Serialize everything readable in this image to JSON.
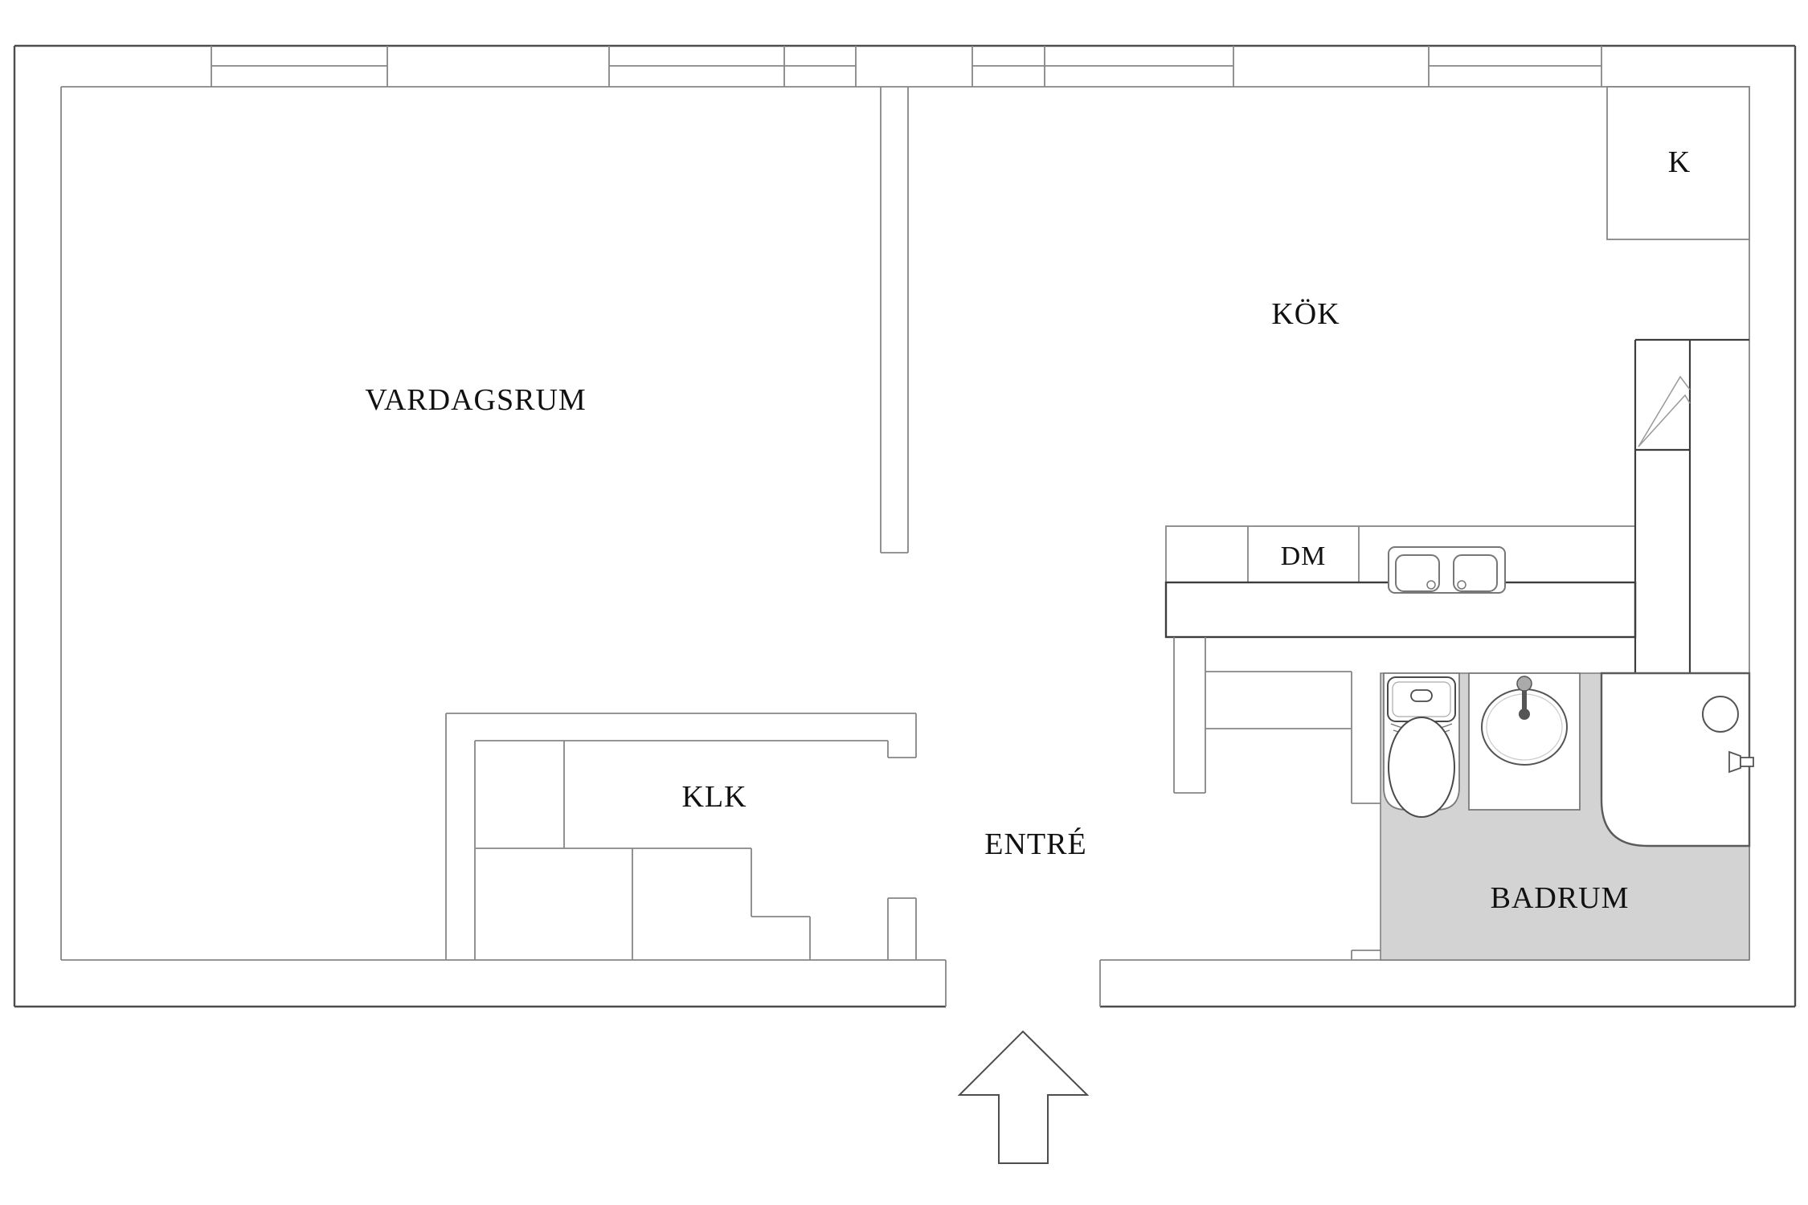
{
  "document": {
    "type": "apartment floor plan",
    "language": "Swedish"
  },
  "labels": {
    "living_room": "VARDAGSRUM",
    "kitchen": "KÖK",
    "closet": "KLK",
    "entrance": "ENTRÉ",
    "bathroom": "BADRUM",
    "dishwasher": "DM",
    "fridge": "K"
  },
  "colors": {
    "background": "#ffffff",
    "bathroom_floor": "#d3d3d3",
    "outer_wall_line": "#4d4d4d",
    "inner_wall_line": "#868686",
    "counter_dark_line": "#3d3d3d",
    "fixture_line": "#555555",
    "text": "#111111"
  },
  "symbols": {
    "entrance_arrow": "arrow pointing up into entrance door opening",
    "windows": "double-line sections in top exterior wall",
    "kitchen_sink": "double-bowl sink on counter",
    "bathroom_fixtures": [
      "toilet",
      "washbasin",
      "shower"
    ]
  }
}
